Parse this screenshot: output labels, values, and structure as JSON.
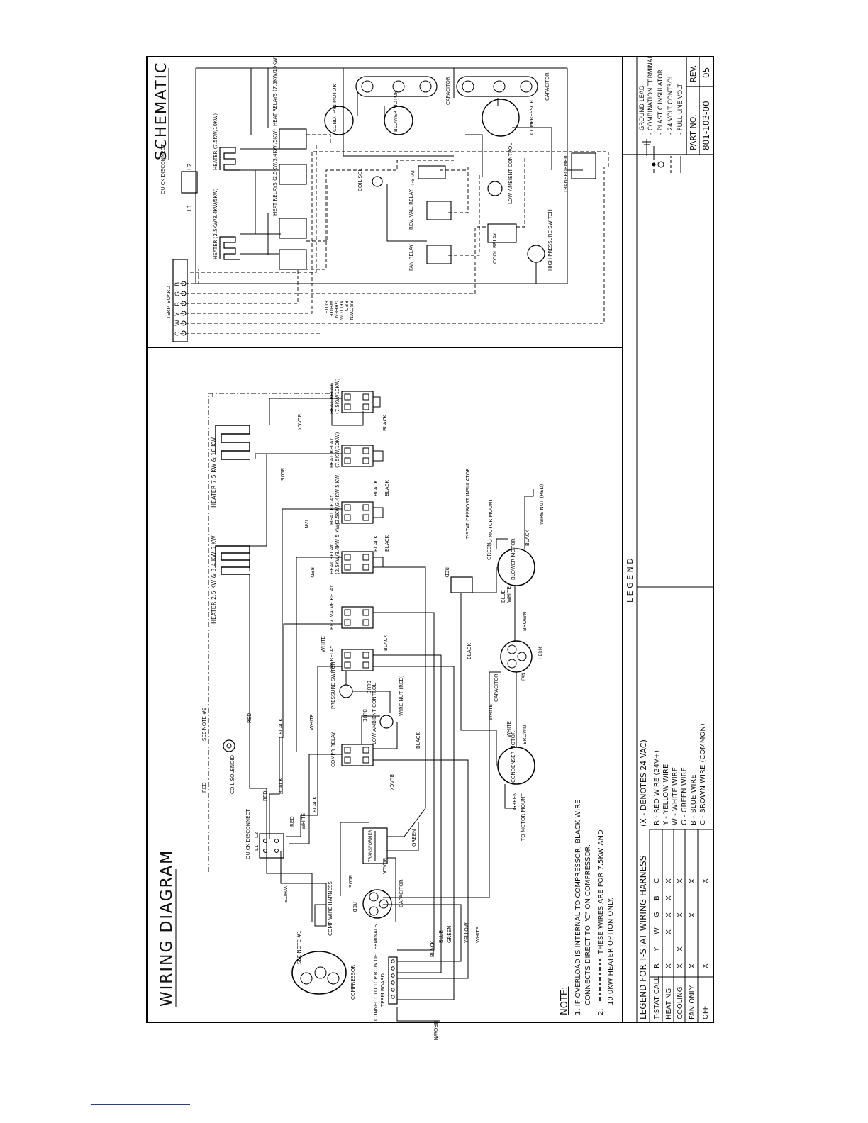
{
  "wiring_diagram": {
    "title": "WIRING DIAGRAM",
    "quick_disconnect": "QUICK DISCONNECT",
    "l1": "L1",
    "l2": "L2",
    "coil_solenoid": "COIL SOLENOID",
    "see_note_2": "SEE NOTE #2",
    "see_note_1": "SEE NOTE #1",
    "comp_wire_harness": "COMP WIRE HARNESS",
    "compressor": "COMPRESSOR",
    "capacitor": "CAPACITOR",
    "transformer": "TRANSFORMER",
    "connect_note": "CONNECT TO TOP ROW OF TERMINALS",
    "term_board": "TERM BOARD",
    "heater_a": "HEATER 2.5 KW & 3.4 KW 5 KW",
    "heater_b": "HEATER 7.5 KW & 10 KW",
    "heat_relay": "HEAT RELAY",
    "heat_relay_a": "(2.5KW/3.4KW 5 KW)",
    "heat_relay_b": "(7.5KW/10KW)",
    "rev_valve_relay": "REV. VALVE RELAY",
    "fan_relay": "FAN RELAY",
    "pressure_switch": "PRESSURE SWITCH",
    "compr_relay": "COMPR RELAY",
    "low_ambient_control": "LOW AMBIENT CONTROL",
    "wire_nut_red": "WIRE NUT (RED)",
    "tstat_defrost": "T-STAT DEFROST INSULATOR",
    "to_motor_mount": "TO MOTOR MOUNT",
    "blower_motor": "BLOWER MOTOR",
    "condenser_motor": "CONDENSER MOTOR",
    "fan": "FAN",
    "herm": "HERM",
    "wire_labels": [
      "BLACK",
      "BLUE",
      "TAN",
      "RED",
      "WHITE",
      "GREEN",
      "YELLOW",
      "BROWN"
    ]
  },
  "note": {
    "heading": "NOTE:",
    "line1": "1.  IF OVERLOAD IS INTERNAL TO COMPRESSOR, BLACK WIRE",
    "line1b": "CONNECTS DIRECT TO \"C\" ON COMPRESSOR.",
    "line2": "2.",
    "line2b": "THESE WIRES ARE FOR 7.5KW AND",
    "line2c": "10.0KW HEATER OPTION ONLY."
  },
  "harness_legend": {
    "title": "LEGEND FOR T-STAT WIRING HARNESS",
    "subtitle": "(X - DENOTES 24 VAC)",
    "header_label": "T-STAT CALL",
    "columns": [
      "R",
      "Y",
      "W",
      "G",
      "B",
      "C"
    ],
    "rows": [
      {
        "label": "HEATING",
        "cells": [
          "X",
          "",
          "X",
          "X",
          "X",
          "X"
        ]
      },
      {
        "label": "COOLING",
        "cells": [
          "X",
          "X",
          "",
          "X",
          "",
          "X"
        ]
      },
      {
        "label": "FAN ONLY",
        "cells": [
          "X",
          "",
          "",
          "X",
          "",
          "X"
        ]
      },
      {
        "label": "OFF",
        "cells": [
          "X",
          "",
          "",
          "",
          "",
          "X"
        ]
      }
    ],
    "wire_key": [
      "R  -  RED WIRE (24V+)",
      "Y  -  YELLOW WIRE",
      "W  -  WHITE WIRE",
      "G  -  GREEN WIRE",
      "B  -  BLUE WIRE",
      "C  -  BROWN WIRE (COMMON)"
    ]
  },
  "legend": {
    "title": "L E G E N D",
    "items": [
      "- GROUND LEAD",
      "- COMBINATION TERMINAL",
      "- PLASTIC INSULATOR",
      "- 24 VOLT CONTROL",
      "- FULL LINE VOLT"
    ]
  },
  "part": {
    "part_no_label": "PART NO.",
    "rev_label": "REV.",
    "part_no": "801-103-00",
    "rev": "05"
  },
  "schematic": {
    "title": "SCHEMATIC",
    "term_board": "TERM BOARD",
    "terminals": [
      "C",
      "W",
      "Y",
      "R",
      "G",
      "B"
    ],
    "wire_colors": [
      "BLUE",
      "WHITE",
      "GREEN",
      "YELLOW",
      "RED",
      "BROWN"
    ],
    "quick_disconnect": "QUICK DISCONNECT",
    "l1": "L1",
    "l2": "L2",
    "heater_a": "HEATER (2.5KW/3.4KW/5KW)",
    "heater_b": "HEATER (7.5KW/10KW)",
    "heat_relays_a": "HEAT RELAYS (2.5KW/3.4KW /5KW)",
    "heat_relays_b": "HEAT RELAYS (7.5KW/10KW)",
    "coil_sol": "COIL SOL",
    "tstat": "T-STAT",
    "rev_val_relay": "REV. VAL. RELAY",
    "fan_relay": "FAN RELAY",
    "low_ambient": "LOW AMBIENT CONTROL",
    "cool_relay": "COOL RELAY",
    "high_pressure": "HIGH PRESSURE SWITCH",
    "transformer": "TRANSFORMER",
    "cond_fan_motor": "COND. FAN MOTOR",
    "blower_motor": "BLOWER MOTOR",
    "compressor": "COMPRESSOR",
    "capacitor": "CAPACITOR"
  }
}
